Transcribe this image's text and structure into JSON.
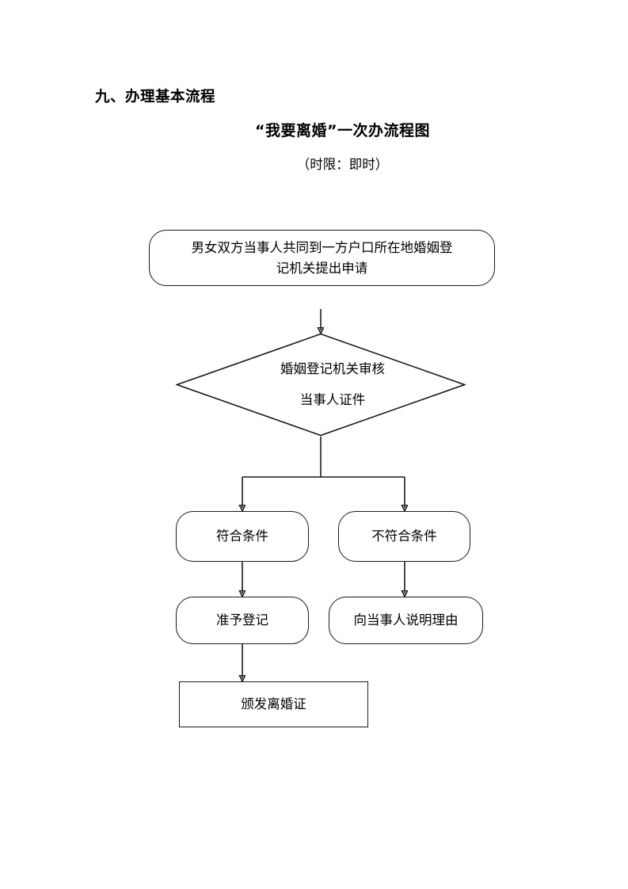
{
  "document": {
    "section_heading": "九、办理基本流程",
    "chart_title": "“我要离婚”一次办流程图",
    "chart_subtitle": "（时限：即时）"
  },
  "flowchart": {
    "type": "flowchart",
    "orientation": "top-to-bottom",
    "nodes": [
      {
        "id": "apply",
        "shape": "rounded-rectangle",
        "label": "男女双方当事人共同到一方户口所在地婚姻登记机关提出申请",
        "line1": "男女双方当事人共同到一方户口所在地婚姻登",
        "line2": "记机关提出申请"
      },
      {
        "id": "decision",
        "shape": "diamond",
        "label": "婚姻登记机关审核当事人证件",
        "line1": "婚姻登记机关审核",
        "line2": "当事人证件"
      },
      {
        "id": "pass",
        "shape": "rounded-rectangle",
        "label": "符合条件"
      },
      {
        "id": "fail",
        "shape": "rounded-rectangle",
        "label": "不符合条件"
      },
      {
        "id": "approve",
        "shape": "rounded-rectangle",
        "label": "准予登记"
      },
      {
        "id": "explain",
        "shape": "rounded-rectangle",
        "label": "向当事人说明理由"
      },
      {
        "id": "issue",
        "shape": "rectangle",
        "label": "颁发离婚证"
      }
    ],
    "edges": [
      {
        "from": "apply",
        "to": "decision",
        "label": ""
      },
      {
        "from": "decision",
        "to": "pass",
        "label": ""
      },
      {
        "from": "decision",
        "to": "fail",
        "label": ""
      },
      {
        "from": "pass",
        "to": "approve",
        "label": ""
      },
      {
        "from": "fail",
        "to": "explain",
        "label": ""
      },
      {
        "from": "approve",
        "to": "issue",
        "label": ""
      }
    ],
    "style": {
      "stroke": "#1a1a1a",
      "fill": "#ffffff",
      "background": "#ffffff"
    }
  }
}
